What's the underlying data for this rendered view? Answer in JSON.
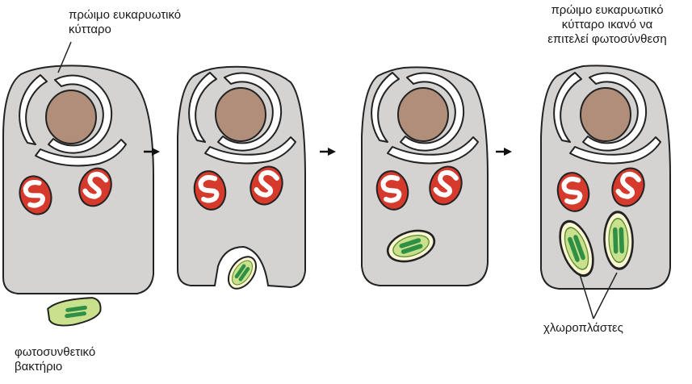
{
  "labels": {
    "early_cell": [
      "πρώιμο ευκαρυωτικό",
      "κύτταρο"
    ],
    "photosynthetic_cell": [
      "πρώιμο ευκαρυωτικό",
      "κύτταρο ικανό να",
      "επιτελεί φωτοσύνθεση"
    ],
    "bacterium": [
      "φωτοσυνθετικό",
      "βακτήριο"
    ],
    "chloroplasts": "χλωροπλάστες"
  },
  "colors": {
    "cytoplasm": "#d4d3d1",
    "nucleus": "#b08e7a",
    "mitochondrion": "#d63a2c",
    "chloroplast_outer": "#c9e18c",
    "thylakoid": "#2e8f45",
    "stroke": "#222222"
  },
  "icons": [
    "arrow-right-icon"
  ]
}
